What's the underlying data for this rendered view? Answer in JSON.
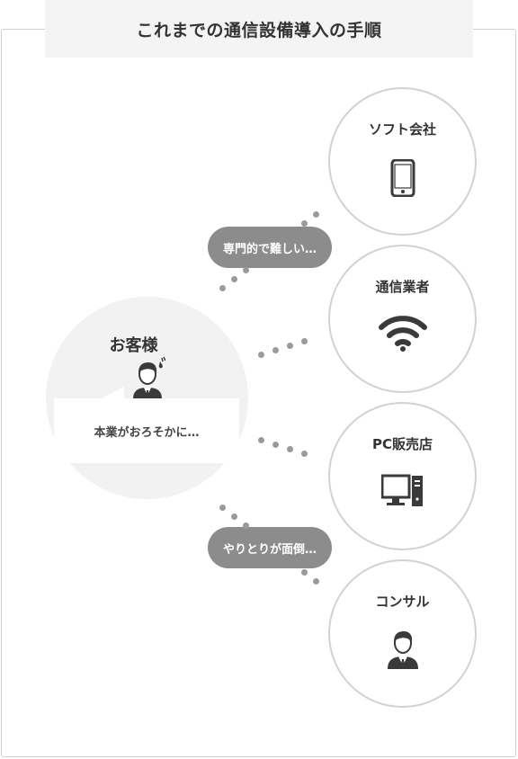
{
  "title": "これまでの通信設備導入の手順",
  "customer": {
    "label": "お客様",
    "icon": "worried-person-icon",
    "speech": "本業がおろそかに…"
  },
  "providers": [
    {
      "label": "ソフト会社",
      "icon": "smartphone-icon"
    },
    {
      "label": "通信業者",
      "icon": "wifi-icon"
    },
    {
      "label": "PC販売店",
      "icon": "desktop-pc-icon"
    },
    {
      "label": "コンサル",
      "icon": "businessman-icon"
    }
  ],
  "callouts": [
    {
      "text": "専門的で難しい…"
    },
    {
      "text": "やりとりが面倒…"
    }
  ],
  "colors": {
    "pill": "#8c8c8c",
    "dot": "#9a9a9a",
    "circle_border": "#d2d2d2",
    "icon": "#3a3a3a",
    "customer_bg": "#f2f2f2"
  }
}
